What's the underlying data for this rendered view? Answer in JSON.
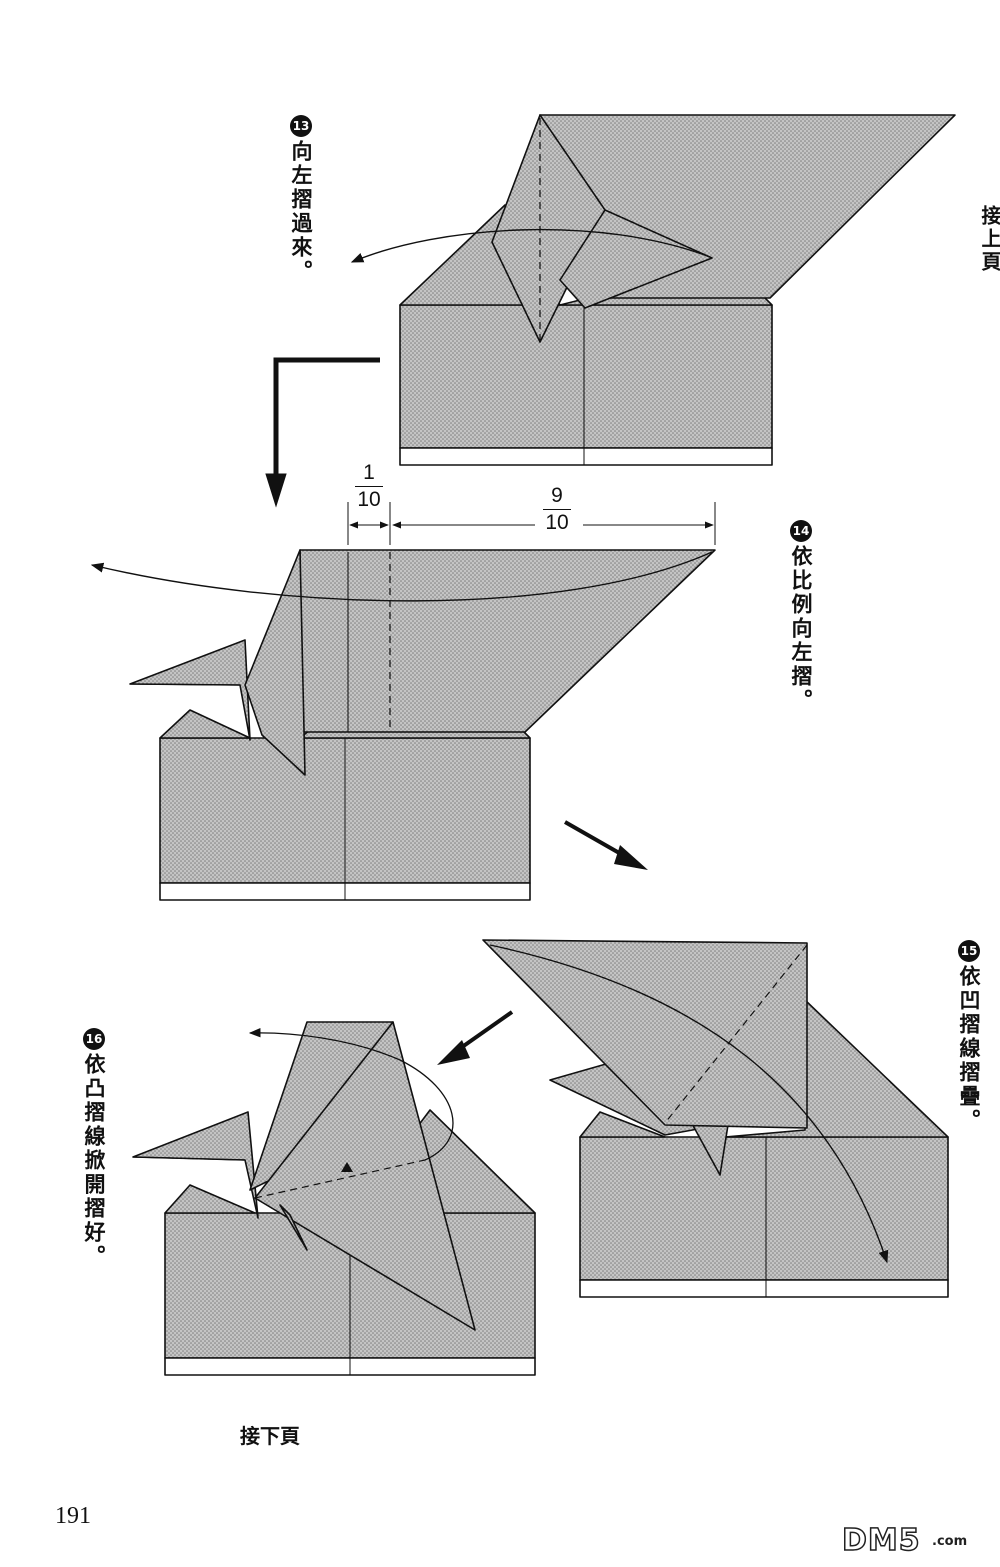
{
  "header": {
    "continued_from": "接上頁"
  },
  "steps": [
    {
      "number": "13",
      "instruction": "向左摺過來。"
    },
    {
      "number": "14",
      "instruction": "依比例向左摺。"
    },
    {
      "number": "15",
      "instruction": "依凹摺線摺疊。"
    },
    {
      "number": "16",
      "instruction": "依凸摺線掀開摺好。"
    }
  ],
  "ratio": {
    "left": {
      "numerator": "1",
      "denominator": "10"
    },
    "right": {
      "numerator": "9",
      "denominator": "10"
    }
  },
  "footer": {
    "continued_to": "接下頁",
    "page_number": "191"
  },
  "watermark": {
    "logo": "DM5",
    "suffix": ".com"
  },
  "colors": {
    "paper_fill": "#b9b9b9",
    "line": "#111111",
    "background": "#ffffff"
  }
}
